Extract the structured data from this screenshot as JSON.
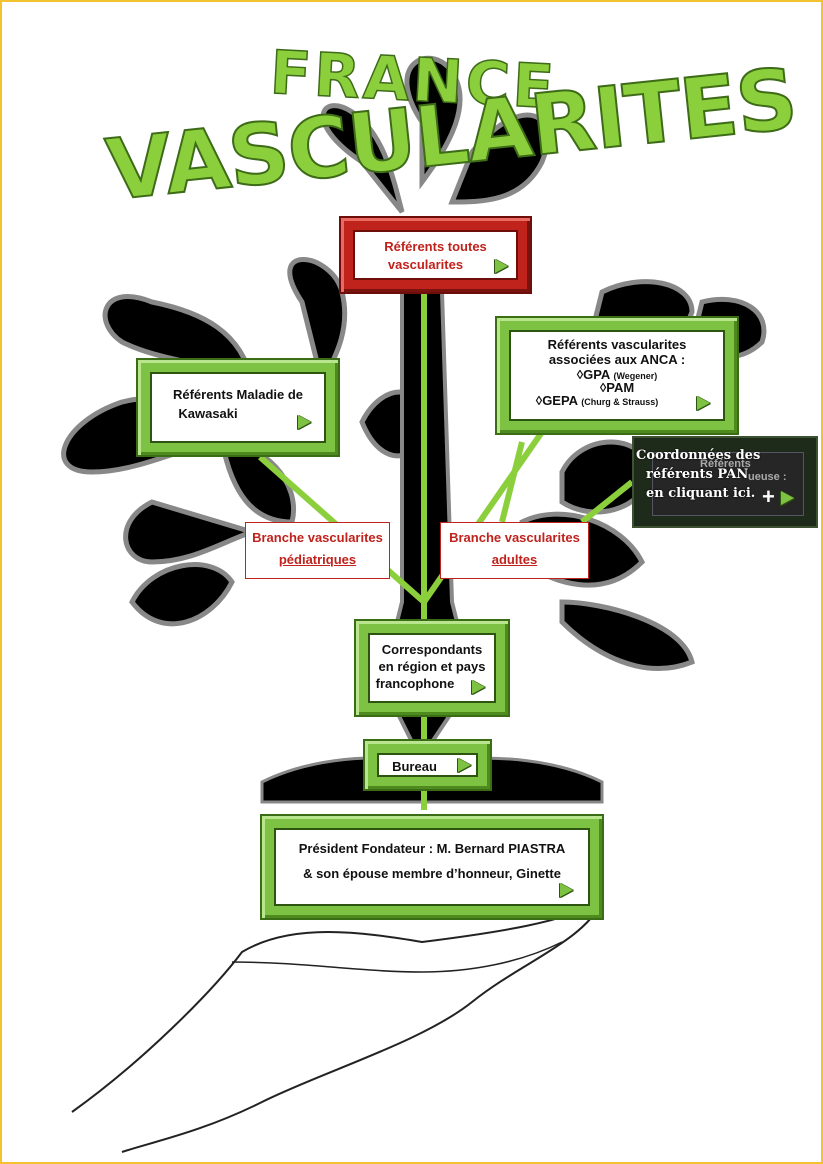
{
  "title": {
    "line1": "FRANCE",
    "line2": "VASCULARITES"
  },
  "top_box": {
    "line1": "Référents toutes",
    "line2": "vascularites"
  },
  "kawasaki_box": {
    "line1": "Référents Maladie de",
    "line2": "Kawasaki"
  },
  "anca_box": {
    "line1": "Référents vascularites",
    "line2": "associées aux ANCA :",
    "item1": "◊GPA",
    "item1_note": "(Wegener)",
    "item2": "◊PAM",
    "item3": "◊GEPA",
    "item3_note": "(Churg & Strauss)"
  },
  "pan_box": {
    "line1": "Coordonnées des",
    "line2": "référents PAN",
    "line3": "en cliquant ici.",
    "plus": "+",
    "hidden_1": "Référents",
    "hidden_2": "ueuse :"
  },
  "branch_ped": {
    "line1": "Branche vascularites",
    "line2": "pédiatriques"
  },
  "branch_adult": {
    "line1": "Branche vascularites",
    "line2": "adultes"
  },
  "corr_box": {
    "line1": "Correspondants",
    "line2": "en région et pays",
    "line3": "francophone"
  },
  "bureau_box": {
    "label": "Bureau"
  },
  "president_box": {
    "line1": "Président Fondateur : M. Bernard PIASTRA",
    "line2": "& son épouse membre d’honneur, Ginette"
  },
  "colors": {
    "green": "#7dc242",
    "dark_green": "#3b6d16",
    "red": "#c0221c",
    "border": "#f2c230"
  }
}
